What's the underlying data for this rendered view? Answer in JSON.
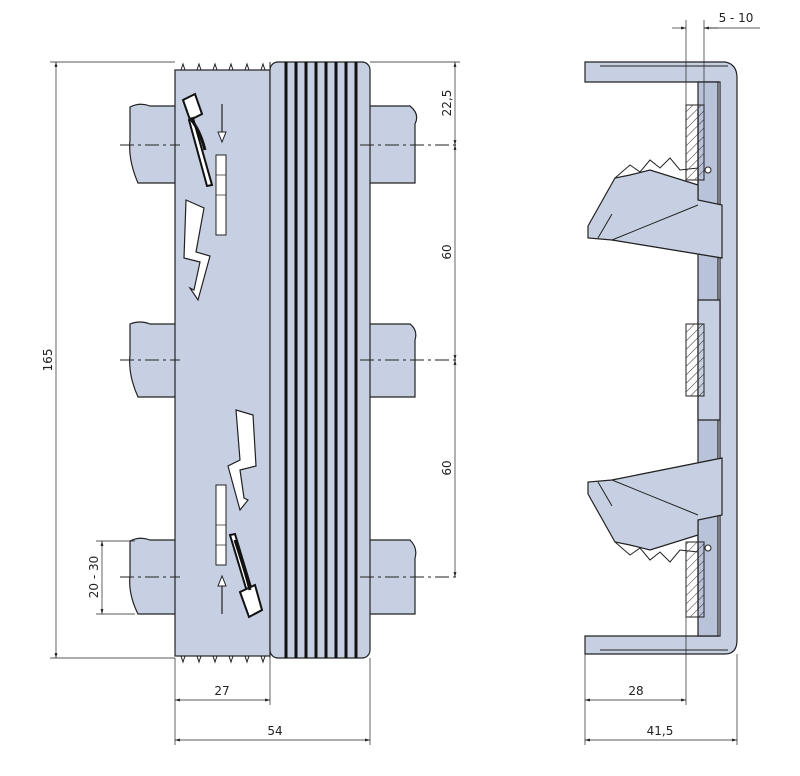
{
  "dimensions": {
    "height_total": "165",
    "upper_pitch": "22,5",
    "pitch_1": "60",
    "pitch_2": "60",
    "rail_width": "20 - 30",
    "half_width": "27",
    "full_width": "54",
    "thickness": "5 - 10",
    "side_depth": "28",
    "side_total": "41,5"
  },
  "colors": {
    "part_fill": "#c7d0e3",
    "outline": "#222222",
    "background": "#ffffff"
  },
  "icons": [
    "screwdriver-icon",
    "lightning-icon",
    "arrow-down-icon",
    "arrow-up-icon"
  ]
}
